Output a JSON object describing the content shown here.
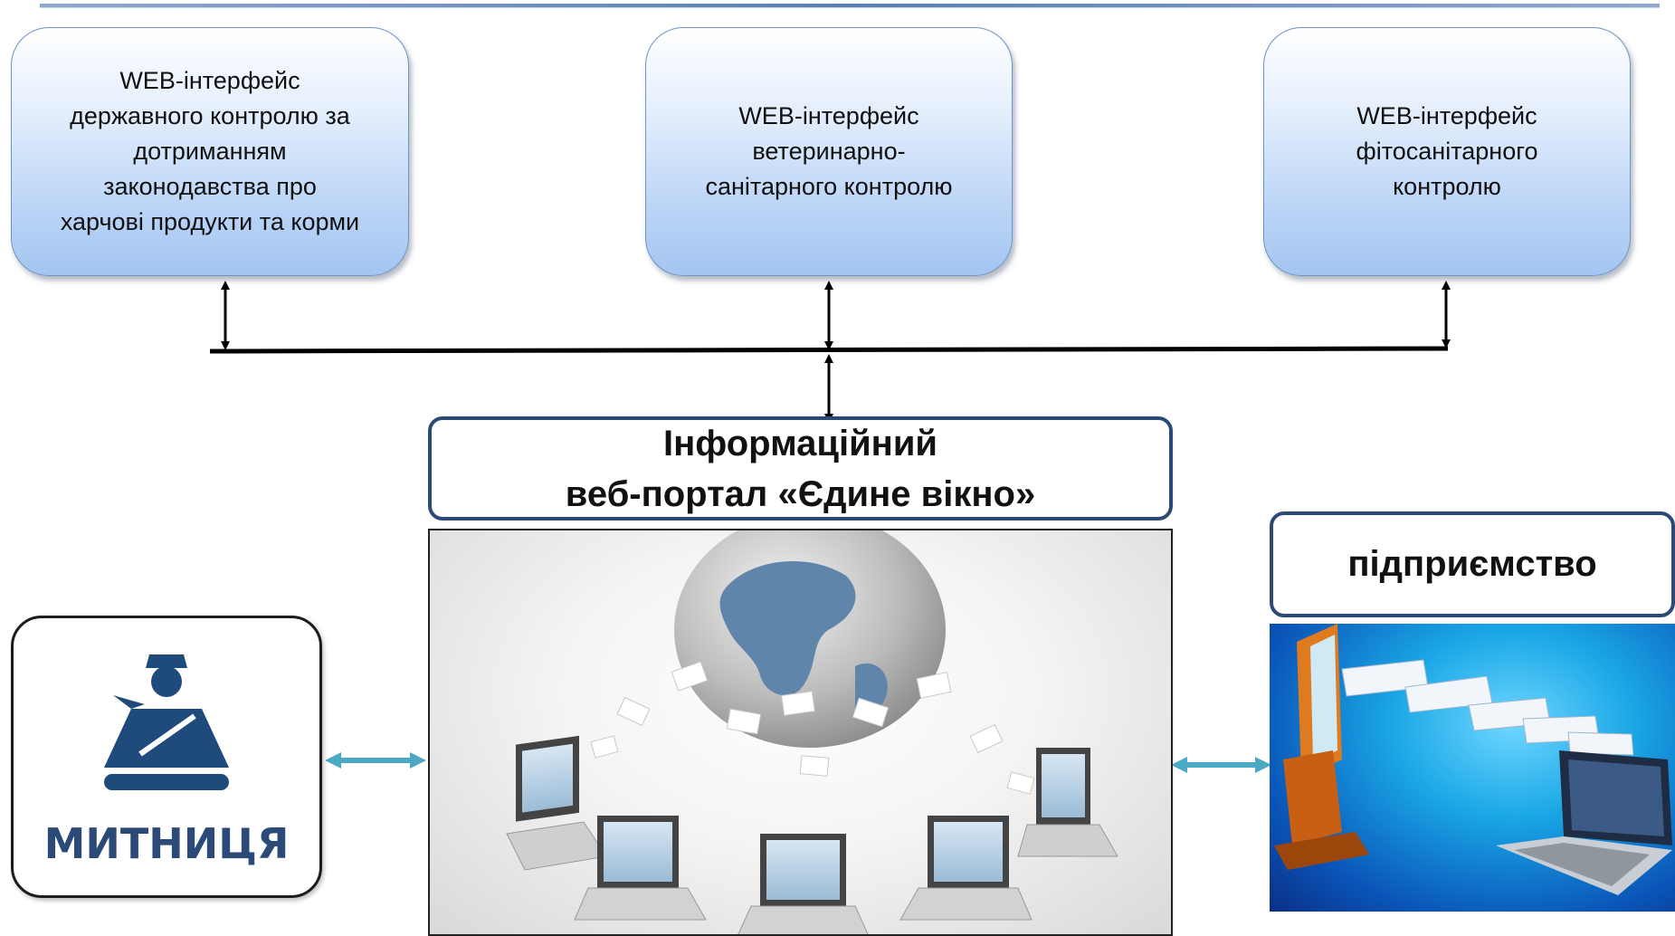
{
  "boxes": {
    "food": "WEB-інтерфейс\nдержавного контролю за\nдотриманням\nзаконодавства про\nхарчові продукти та корми",
    "vet": "WEB-інтерфейс\nветеринарно-\nсанітарного контролю",
    "phyto": "WEB-інтерфейс\nфітосанітарного\nконтролю"
  },
  "portal": {
    "title_line1": "Інформаційний",
    "title_line2": "веб-портал «Єдине вікно»"
  },
  "enterprise": {
    "label": "підприємство"
  },
  "customs": {
    "label": "МИТНИЦЯ"
  },
  "colors": {
    "box_border": "#6f93c3",
    "box_fill_bottom": "#a4c5f1",
    "title_border": "#2c4a78",
    "double_arrow": "#4aa9c3",
    "connector": "#000000"
  }
}
